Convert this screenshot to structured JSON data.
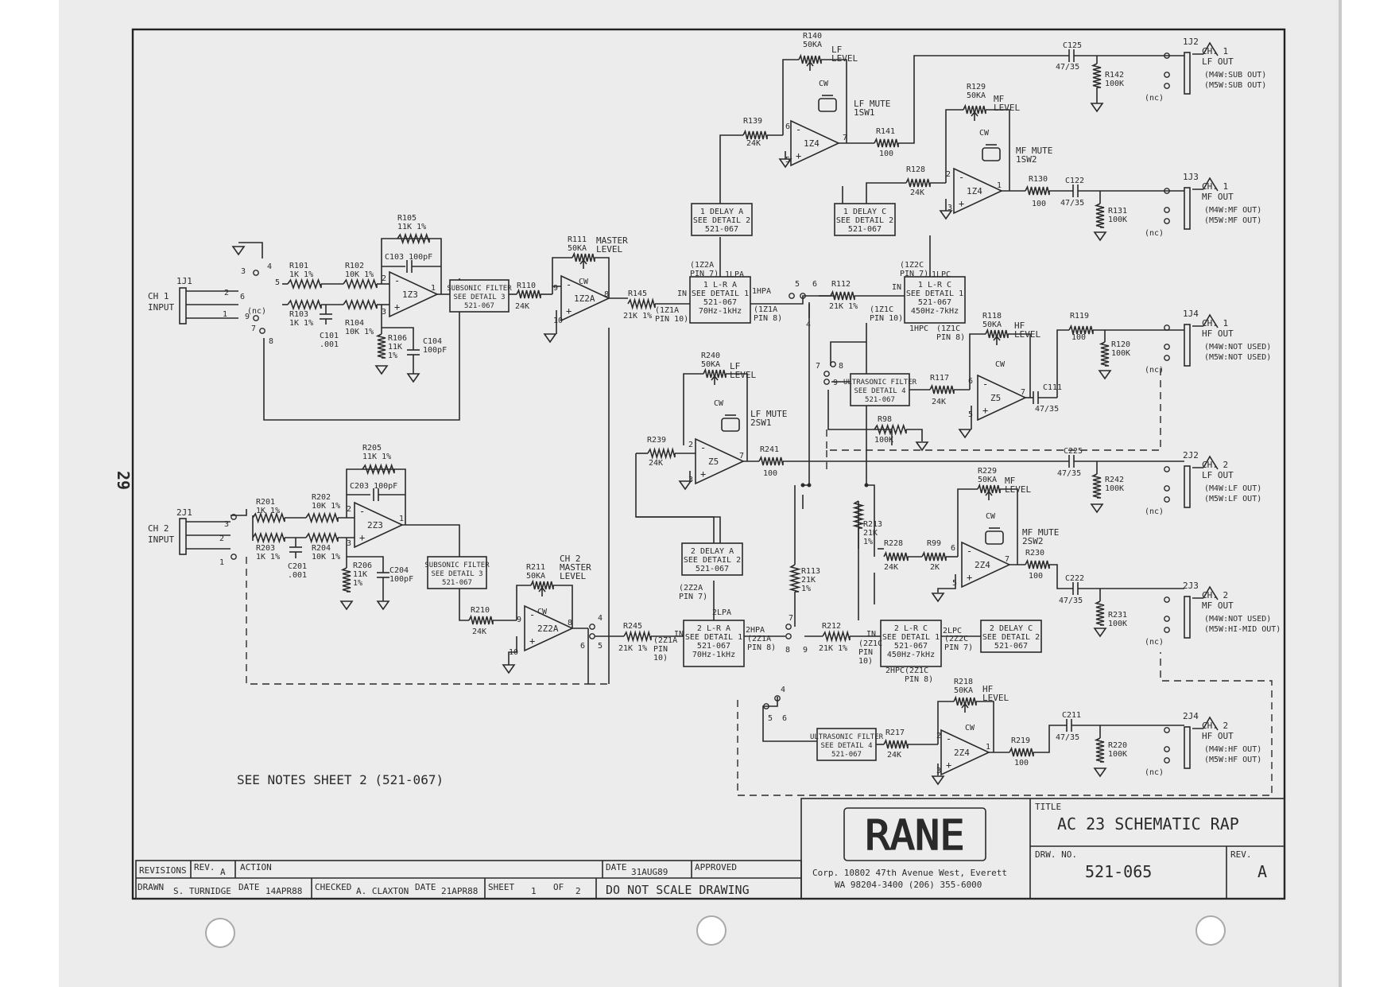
{
  "page_number": "29",
  "notes": "SEE NOTES SHEET 2 (521-067)",
  "title_block": {
    "logo": "RANE",
    "company": [
      "Corp. 10802 47th Avenue West, Everett",
      "WA 98204-3400  (206) 355-6000"
    ],
    "title_label": "TITLE",
    "title": "AC 23 SCHEMATIC RAP",
    "drw_no_label": "DRW. NO.",
    "drw_no": "521-065",
    "rev_label": "REV.",
    "rev": "A",
    "revisions_label": "REVISIONS",
    "rev_small_label": "REV.",
    "rev_small": "A",
    "action_label": "ACTION",
    "date_label": "DATE",
    "date": "31AUG89",
    "approved_label": "APPROVED",
    "drawn_label": "DRAWN",
    "drawn_by": "S. TURNIDGE",
    "drawn_date": "14APR88",
    "checked_label": "CHECKED",
    "checked_by": "A. CLAXTON",
    "checked_date": "21APR88",
    "sheet_label": "SHEET",
    "sheet": "1",
    "of_label": "OF",
    "of": "2",
    "do_not_scale": "DO NOT SCALE DRAWING"
  },
  "inputs": {
    "ch1": {
      "jack": "1J1",
      "label": [
        "CH 1",
        "INPUT"
      ]
    },
    "ch2": {
      "jack": "2J1",
      "label": [
        "CH 2",
        "INPUT"
      ]
    }
  },
  "outputs": [
    {
      "jack": "1J2",
      "lines": [
        "CH. 1",
        "LF OUT",
        "(M4W:SUB OUT)",
        "(M5W:SUB OUT)"
      ]
    },
    {
      "jack": "1J3",
      "lines": [
        "CH. 1",
        "MF OUT",
        "(M4W:MF OUT)",
        "(M5W:MF OUT)"
      ]
    },
    {
      "jack": "1J4",
      "lines": [
        "CH. 1",
        "HF OUT",
        "(M4W:NOT USED)",
        "(M5W:NOT USED)"
      ]
    },
    {
      "jack": "2J2",
      "lines": [
        "CH. 2",
        "LF OUT",
        "(M4W:LF OUT)",
        "(M5W:LF OUT)"
      ]
    },
    {
      "jack": "2J3",
      "lines": [
        "CH. 2",
        "MF OUT",
        "(M4W:NOT USED)",
        "(M5W:HI-MID OUT)"
      ]
    },
    {
      "jack": "2J4",
      "lines": [
        "CH. 2",
        "HF OUT",
        "(M4W:HF OUT)",
        "(M5W:HF OUT)"
      ]
    }
  ],
  "blocks": [
    {
      "id": "sub1",
      "lines": [
        "SUBSONIC FILTER",
        "SEE DETAIL 3",
        "521-067"
      ]
    },
    {
      "id": "sub2",
      "lines": [
        "SUBSONIC FILTER",
        "SEE DETAIL 3",
        "521-067"
      ]
    },
    {
      "id": "lra1",
      "lines": [
        "1 L-R A",
        "SEE DETAIL 1",
        "521-067",
        "70Hz-1kHz"
      ]
    },
    {
      "id": "lrc1",
      "lines": [
        "1 L-R C",
        "SEE DETAIL 1",
        "521-067",
        "450Hz-7kHz"
      ]
    },
    {
      "id": "lra2",
      "lines": [
        "2 L-R A",
        "SEE DETAIL 1",
        "521-067",
        "70Hz-1kHz"
      ]
    },
    {
      "id": "lrc2",
      "lines": [
        "2 L-R C",
        "SEE DETAIL 1",
        "521-067",
        "450Hz-7kHz"
      ]
    },
    {
      "id": "dla1",
      "lines": [
        "1 DELAY A",
        "SEE DETAIL 2",
        "521-067"
      ]
    },
    {
      "id": "dlc1",
      "lines": [
        "1 DELAY C",
        "SEE DETAIL 2",
        "521-067"
      ]
    },
    {
      "id": "dla2",
      "lines": [
        "2 DELAY A",
        "SEE DETAIL 2",
        "521-067"
      ]
    },
    {
      "id": "dlc2",
      "lines": [
        "2 DELAY C",
        "SEE DETAIL 2",
        "521-067"
      ]
    },
    {
      "id": "ult1",
      "lines": [
        "ULTRASONIC FILTER",
        "SEE DETAIL 4",
        "521-067"
      ]
    },
    {
      "id": "ult2",
      "lines": [
        "ULTRASONIC FILTER",
        "SEE DETAIL 4",
        "521-067"
      ]
    }
  ],
  "opamps": [
    "1Z3",
    "1Z2A",
    "2Z3",
    "2Z2A",
    "1Z4",
    "1Z4",
    "Z5",
    "Z5",
    "2Z4",
    "2Z4"
  ],
  "components": [
    {
      "ref": "R105",
      "value": "11K 1%"
    },
    {
      "ref": "C103",
      "value": "100pF"
    },
    {
      "ref": "R101",
      "value": "1K 1%"
    },
    {
      "ref": "R102",
      "value": "10K 1%"
    },
    {
      "ref": "R103",
      "value": "1K 1%"
    },
    {
      "ref": "R104",
      "value": "10K 1%"
    },
    {
      "ref": "C101",
      "value": ".001"
    },
    {
      "ref": "R106",
      "value": "11K 1%"
    },
    {
      "ref": "C104",
      "value": "100pF"
    },
    {
      "ref": "R110",
      "value": "24K"
    },
    {
      "ref": "R111",
      "value": "50KA"
    },
    {
      "ref": "R145",
      "value": "21K 1%"
    },
    {
      "ref": "R205",
      "value": "11K 1%"
    },
    {
      "ref": "C203",
      "value": "100pF"
    },
    {
      "ref": "R201",
      "value": "1K 1%"
    },
    {
      "ref": "R202",
      "value": "10K 1%"
    },
    {
      "ref": "R203",
      "value": "1K 1%"
    },
    {
      "ref": "R204",
      "value": "10K 1%"
    },
    {
      "ref": "C201",
      "value": ".001"
    },
    {
      "ref": "R206",
      "value": "11K 1%"
    },
    {
      "ref": "C204",
      "value": "100pF"
    },
    {
      "ref": "R210",
      "value": "24K"
    },
    {
      "ref": "R211",
      "value": "50KA"
    },
    {
      "ref": "R245",
      "value": "21K 1%"
    },
    {
      "ref": "R140",
      "value": "50KA"
    },
    {
      "ref": "R139",
      "value": "24K"
    },
    {
      "ref": "R141",
      "value": "100"
    },
    {
      "ref": "C125",
      "value": "47/35"
    },
    {
      "ref": "R142",
      "value": "100K"
    },
    {
      "ref": "R129",
      "value": "50KA"
    },
    {
      "ref": "R128",
      "value": "24K"
    },
    {
      "ref": "R130",
      "value": "100"
    },
    {
      "ref": "C122",
      "value": "47/35"
    },
    {
      "ref": "R131",
      "value": "100K"
    },
    {
      "ref": "R112",
      "value": "21K 1%"
    },
    {
      "ref": "R118",
      "value": "50KA"
    },
    {
      "ref": "R117",
      "value": "24K"
    },
    {
      "ref": "R98",
      "value": "100K"
    },
    {
      "ref": "C111",
      "value": "47/35"
    },
    {
      "ref": "R119",
      "value": "100"
    },
    {
      "ref": "R120",
      "value": "100K"
    },
    {
      "ref": "R240",
      "value": "50KA"
    },
    {
      "ref": "R239",
      "value": "24K"
    },
    {
      "ref": "R241",
      "value": "100"
    },
    {
      "ref": "C225",
      "value": "47/35"
    },
    {
      "ref": "R242",
      "value": "100K"
    },
    {
      "ref": "R229",
      "value": "50KA"
    },
    {
      "ref": "R228",
      "value": "24K"
    },
    {
      "ref": "R99",
      "value": "2K"
    },
    {
      "ref": "R213",
      "value": "21K 1%"
    },
    {
      "ref": "R113",
      "value": "21K 1%"
    },
    {
      "ref": "R230",
      "value": "100"
    },
    {
      "ref": "C222",
      "value": "47/35"
    },
    {
      "ref": "R231",
      "value": "100K"
    },
    {
      "ref": "R212",
      "value": "21K 1%"
    },
    {
      "ref": "R218",
      "value": "50KA"
    },
    {
      "ref": "R217",
      "value": "24K"
    },
    {
      "ref": "R219",
      "value": "100"
    },
    {
      "ref": "C211",
      "value": "47/35"
    },
    {
      "ref": "R220",
      "value": "100K"
    }
  ],
  "labels": {
    "master": [
      "MASTER",
      "LEVEL"
    ],
    "ch2master": [
      "CH 2",
      "MASTER",
      "LEVEL"
    ],
    "lf_level": [
      "LF",
      "LEVEL"
    ],
    "mf_level": [
      "MF",
      "LEVEL"
    ],
    "hf_level": [
      "HF",
      "LEVEL"
    ],
    "lf_mute1": [
      "LF MUTE",
      "1SW1"
    ],
    "mf_mute1": [
      "MF MUTE",
      "1SW2"
    ],
    "lf_mute2": [
      "LF MUTE",
      "2SW1"
    ],
    "mf_mute2": [
      "MF MUTE",
      "2SW2"
    ],
    "cw": "CW",
    "nc": "(nc)",
    "in": "IN",
    "pins": {
      "z2a_1": [
        "(1Z2A",
        "PIN 7)"
      ],
      "lpa_1": "1LPA",
      "hpa_1": "1HPA",
      "z1a_1": [
        "(1Z1A",
        "PIN 10)"
      ],
      "z1a_1b": [
        "(1Z1A",
        "PIN 8)"
      ],
      "z2c_1": [
        "(1Z2C",
        "PIN 7)"
      ],
      "lpc_1": "1LPC",
      "hpc_1": "1HPC",
      "z1c_1": [
        "(1Z1C",
        "PIN 10)"
      ],
      "z1c_1b": [
        "(1Z1C",
        "PIN 8)"
      ],
      "z2a_2": [
        "(2Z2A",
        "PIN 7)"
      ],
      "lpa_2": "2LPA",
      "hpa_2": "2HPA",
      "z1a_2": [
        "(2Z1A",
        "PIN",
        "10)"
      ],
      "z1a_2b": [
        "(2Z1A",
        "PIN 8)"
      ],
      "lpc_2": "2LPC",
      "hpc_2": "2HPC",
      "z2c_2": [
        "(2Z2C",
        "PIN 7)"
      ],
      "z1c_2": [
        "(2Z1C",
        "PIN",
        "10)"
      ],
      "z1c_2b": [
        "(2Z1C",
        "PIN 8)"
      ]
    }
  }
}
